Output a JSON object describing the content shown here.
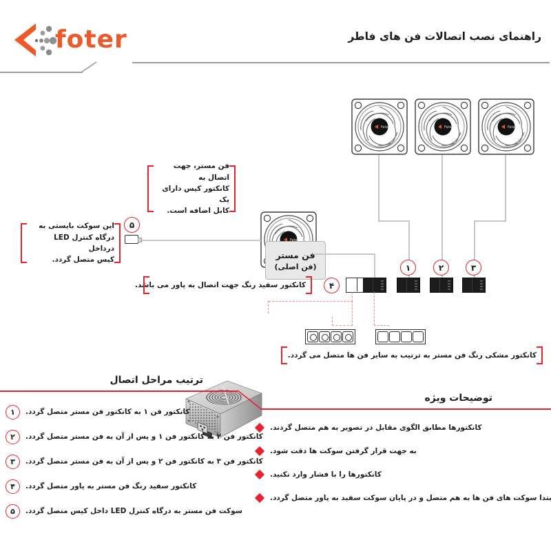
{
  "header": {
    "logo_word": "foter",
    "logo_icon": "fater-chevron-dots-logo",
    "title": "راهنمای نصب اتصالات فن های فاطر"
  },
  "diagram": {
    "master_label": {
      "line1": "فن مستر",
      "line2": "(فن اصلی)"
    },
    "fans": [
      {
        "name": "fan-1",
        "marker": "۱"
      },
      {
        "name": "fan-2",
        "marker": "۲"
      },
      {
        "name": "fan-3",
        "marker": "۳"
      },
      {
        "name": "master-fan",
        "marker": ""
      }
    ],
    "markers": {
      "m1": "۱",
      "m2": "۲",
      "m3": "۳",
      "m4": "۴",
      "m5": "۵"
    },
    "annotations": {
      "master_cable": "فن مستر، جهت اتصال به\nکانکتور کیس دارای یک\nکابل اضافه است.",
      "master_cable_lines": [
        "فن مستر، جهت اتصال به",
        "کانکتور کیس دارای یک",
        "کابل اضافه است."
      ],
      "led_socket_lines": [
        "این سوکت بایستی به",
        "درگاه کنترل  LED   درداخل",
        "کیس متصل گردد."
      ],
      "white_connector": "کانکتور سفید رنگ جهت اتصال به پاور می باشد.",
      "black_connector": "کانکتور مشکی رنگ فن مستر به ترتیب به سایر فن ها متصل می گردد."
    }
  },
  "footer": {
    "steps_title": "ترتیب مراحل اتصال",
    "notes_title": "توضیحات ویژه",
    "steps": [
      {
        "num": "۱",
        "text": "کانکتور فن ۱ به کانکتور فن مستر متصل گردد."
      },
      {
        "num": "۲",
        "text": "کانکتور فن ۲ به کانکتور فن ۱ و پس از آن به فن مستر متصل گردد."
      },
      {
        "num": "۳",
        "text": "کانکتور فن ۳ به کانکتور فن ۲ و پس از آن به فن مستر متصل گردد."
      },
      {
        "num": "۴",
        "text": "کانکتور سفید رنگ فن مستر به پاور متصل گردد."
      },
      {
        "num": "۵",
        "text": "سوکت فن مستر به درگاه کنترل  LED   داخل کیس متصل گردد."
      }
    ],
    "notes": [
      {
        "text": "کانکتورها مطابق الگوی مقابل در تصویر به هم متصل گردند."
      },
      {
        "text": "به جهت قرار گرفتن سوکت ها دقت شود."
      },
      {
        "text": "کانکتورها را با فشار وارد نکنید."
      },
      {
        "text": "لطفاً ابتدا سوکت های فن ها به هم متصل و در پایان سوکت سفید به پاور متصل گردد."
      }
    ]
  },
  "colors": {
    "brand_orange": "#ED5A2A",
    "accent_red": "#E8212E",
    "cable_gray": "#C7C7C7",
    "connector_black": "#1C1C1C",
    "label_box": "#E8E8E8"
  }
}
